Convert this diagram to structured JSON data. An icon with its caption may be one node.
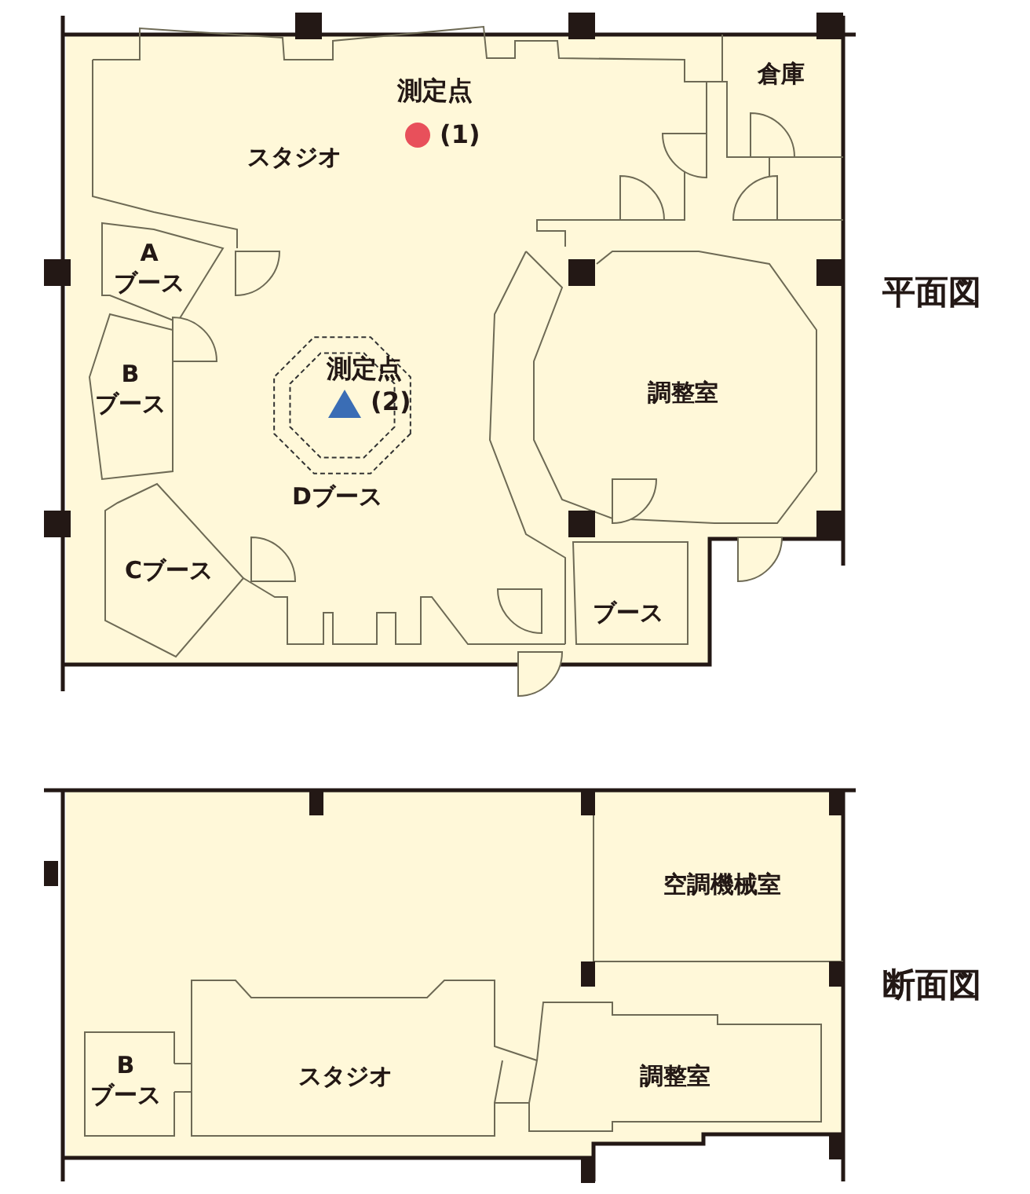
{
  "diagram": {
    "nodes": [
      {
        "text": [
          "スタジオ"
        ]
      },
      {
        "text": [
          "倉庫"
        ]
      },
      {
        "text": [
          "A ブース"
        ]
      },
      {
        "text": [
          "B ブース"
        ]
      },
      {
        "text": [
          "Dブース"
        ]
      },
      {
        "text": [
          "調整室"
        ]
      },
      {
        "text": [
          "Cブース"
        ]
      },
      {
        "text": [
          "ブース"
        ]
      },
      {
        "text": [
          "空調機械室"
        ]
      },
      {
        "text": [
          "B ブース"
        ]
      },
      {
        "text": [
          "スタジオ"
        ]
      },
      {
        "text": [
          "調整室"
        ]
      }
    ],
    "labels": [
      "測定点",
      "(1)",
      "測定点",
      "(2)",
      "平面図",
      "断面図"
    ]
  }
}
